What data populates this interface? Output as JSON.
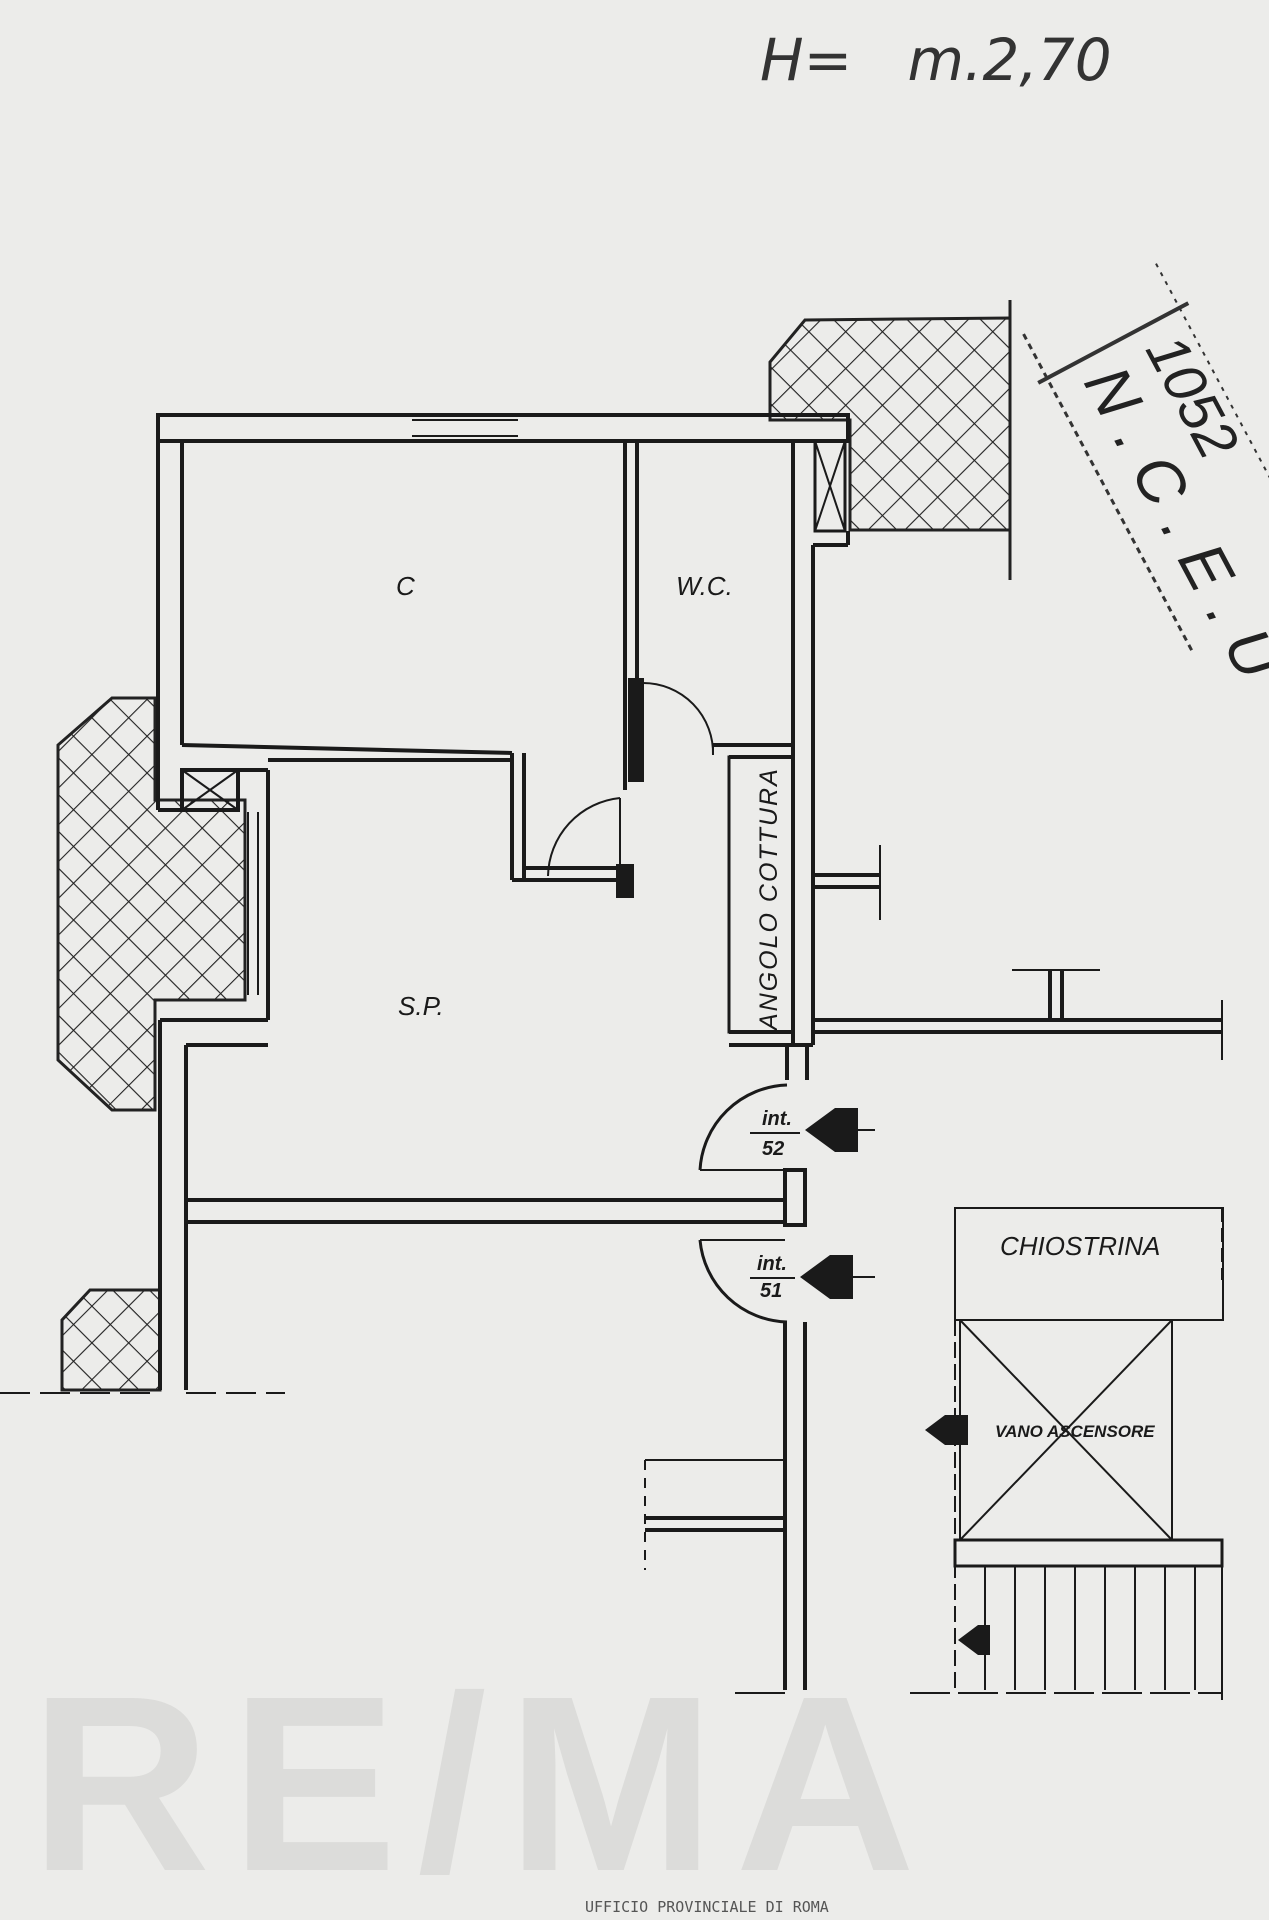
{
  "header": {
    "height_note": "H=   m.2,70"
  },
  "rooms": {
    "camera": "C",
    "bagno": "W.C.",
    "angolo_cottura": "ANGOLO COTTURA",
    "soggiorno": "S.P.",
    "chiostrina": "CHIOSTRINA",
    "vano_ascensore": "VANO ASCENSORE"
  },
  "entrances": [
    {
      "top": "int.",
      "bottom": "52"
    },
    {
      "top": "int.",
      "bottom": "51"
    }
  ],
  "stamp": {
    "number": "1052",
    "office": "N.C.E.U"
  },
  "footer": {
    "watermark": "RE/MA",
    "stamp_text": "UFFICIO PROVINCIALE DI ROMA"
  },
  "colors": {
    "paper": "#ececea",
    "ink": "#1a1a1a"
  }
}
